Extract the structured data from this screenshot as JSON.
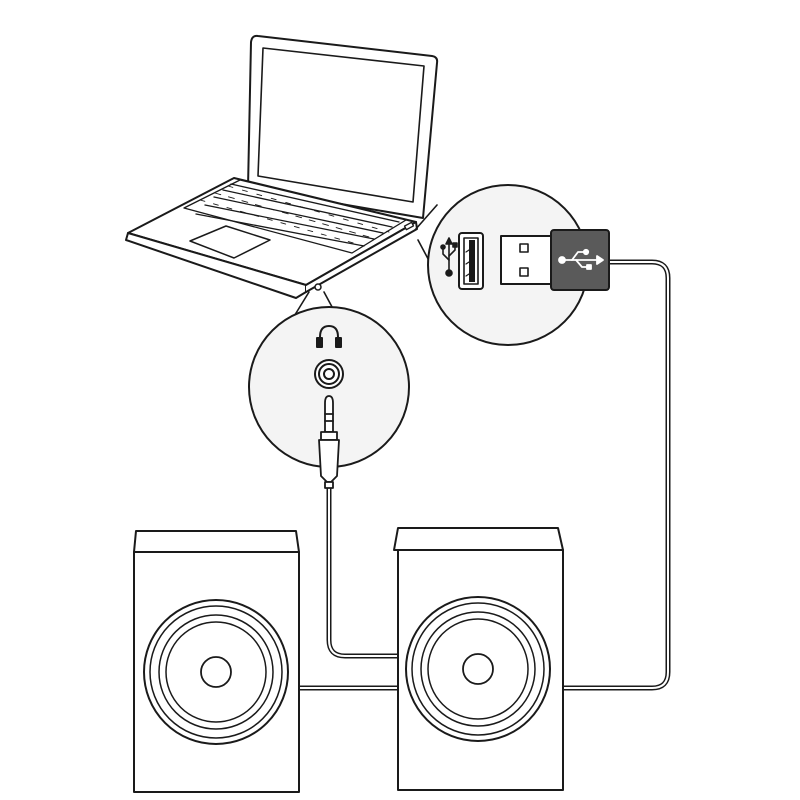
{
  "diagram": {
    "line_color": "#1a1a1a",
    "fill_color": "#ffffff",
    "magnifier_fill": "#f4f4f4",
    "usb_plug_dark": "#5a5a5a",
    "cable_color": "#c8c8c8",
    "components": {
      "laptop": {
        "icon": "laptop-icon"
      },
      "audio_callout": {
        "icons": [
          "headphones-icon",
          "audio-jack-port-icon",
          "audio-plug-icon"
        ]
      },
      "usb_callout": {
        "icons": [
          "usb-trident-icon",
          "usb-port-icon",
          "usb-plug-icon"
        ]
      },
      "speakers": {
        "count": 2,
        "icon": "speaker-icon"
      },
      "cables": [
        "audio-cable",
        "usb-cable",
        "speaker-link-cable"
      ]
    }
  }
}
